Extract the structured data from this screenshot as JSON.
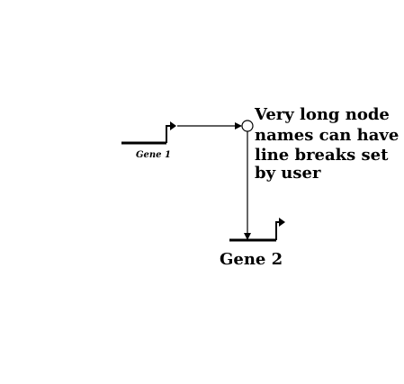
{
  "colors": {
    "stroke": "#000000",
    "background": "#ffffff",
    "node_fill": "#ffffff"
  },
  "diagram": {
    "gene1": {
      "label": "Gene 1"
    },
    "node": {
      "label_lines": [
        "Very long node",
        "names can have",
        "line breaks set",
        "by user"
      ]
    },
    "gene2": {
      "label": "Gene 2"
    }
  }
}
